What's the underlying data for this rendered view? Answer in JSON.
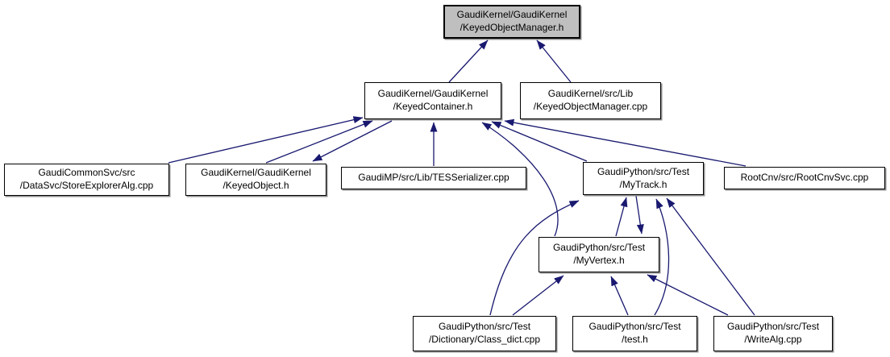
{
  "diagram": {
    "type": "doxygen-included-by-graph",
    "focus_node": "keyed_object_manager_h",
    "nodes": [
      {
        "id": "keyed_object_manager_h",
        "label": "GaudiKernel/GaudiKernel\n/KeyedObjectManager.h",
        "style": "focus"
      },
      {
        "id": "keyed_container_h",
        "label": "GaudiKernel/GaudiKernel\n/KeyedContainer.h",
        "style": "normal"
      },
      {
        "id": "keyed_object_manager_cpp",
        "label": "GaudiKernel/src/Lib\n/KeyedObjectManager.cpp",
        "style": "normal"
      },
      {
        "id": "store_explorer_alg_cpp",
        "label": "GaudiCommonSvc/src\n/DataSvc/StoreExplorerAlg.cpp",
        "style": "normal"
      },
      {
        "id": "keyed_object_h",
        "label": "GaudiKernel/GaudiKernel\n/KeyedObject.h",
        "style": "normal"
      },
      {
        "id": "tes_serializer_cpp",
        "label": "GaudiMP/src/Lib/TESSerializer.cpp",
        "style": "normal"
      },
      {
        "id": "my_track_h",
        "label": "GaudiPython/src/Test\n/MyTrack.h",
        "style": "normal"
      },
      {
        "id": "root_cnv_svc_cpp",
        "label": "RootCnv/src/RootCnvSvc.cpp",
        "style": "normal"
      },
      {
        "id": "my_vertex_h",
        "label": "GaudiPython/src/Test\n/MyVertex.h",
        "style": "normal"
      },
      {
        "id": "class_dict_cpp",
        "label": "GaudiPython/src/Test\n/Dictionary/Class_dict.cpp",
        "style": "normal"
      },
      {
        "id": "test_h",
        "label": "GaudiPython/src/Test\n/test.h",
        "style": "normal"
      },
      {
        "id": "write_alg_cpp",
        "label": "GaudiPython/src/Test\n/WriteAlg.cpp",
        "style": "normal"
      }
    ],
    "edges": [
      {
        "from": "keyed_container_h",
        "to": "keyed_object_manager_h"
      },
      {
        "from": "keyed_object_manager_cpp",
        "to": "keyed_object_manager_h"
      },
      {
        "from": "store_explorer_alg_cpp",
        "to": "keyed_container_h"
      },
      {
        "from": "keyed_object_h",
        "to": "keyed_container_h"
      },
      {
        "from": "keyed_container_h",
        "to": "keyed_object_h"
      },
      {
        "from": "tes_serializer_cpp",
        "to": "keyed_container_h"
      },
      {
        "from": "my_track_h",
        "to": "keyed_container_h"
      },
      {
        "from": "root_cnv_svc_cpp",
        "to": "keyed_container_h"
      },
      {
        "from": "my_vertex_h",
        "to": "keyed_container_h"
      },
      {
        "from": "my_vertex_h",
        "to": "my_track_h"
      },
      {
        "from": "my_track_h",
        "to": "my_vertex_h"
      },
      {
        "from": "class_dict_cpp",
        "to": "my_track_h"
      },
      {
        "from": "test_h",
        "to": "my_track_h"
      },
      {
        "from": "write_alg_cpp",
        "to": "my_track_h"
      },
      {
        "from": "class_dict_cpp",
        "to": "my_vertex_h"
      },
      {
        "from": "test_h",
        "to": "my_vertex_h"
      },
      {
        "from": "write_alg_cpp",
        "to": "my_vertex_h"
      }
    ],
    "colors": {
      "edge": "#191970",
      "focus_node_fill": "#bfbfbf",
      "node_fill": "#ffffff",
      "node_border": "#000000",
      "background": "#ffffff"
    }
  }
}
